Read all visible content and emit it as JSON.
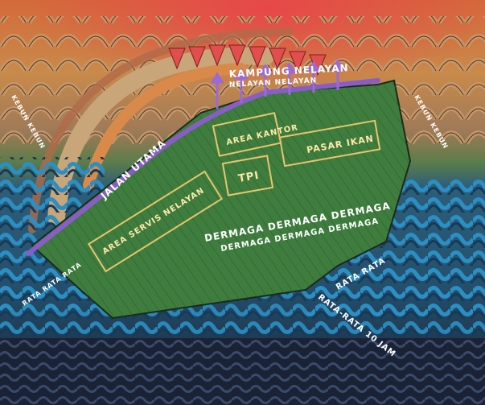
{
  "labels": {
    "kampung_1": "KAMPUNG NELAYAN",
    "kampung_2": "NELAYAN NELAYAN",
    "area_kantor": "AREA KANTOR",
    "pasar_ikan": "PASAR IKAN",
    "tpi": "TPI",
    "jalan_utama": "JALAN UTAMA",
    "area_servis": "AREA SERVIS NELAYAN",
    "dermaga_1": "DERMAGA DERMAGA DERMAGA",
    "dermaga_2": "DERMAGA DERMAGA DERMAGA",
    "rata_1": "RATA RATA",
    "rata_2": "RATA-RATA 10 JAM",
    "kebun_left": "KEBUN KEBUN",
    "kebun_right": "KEBUN KEBUN",
    "rata_left": "RATA RATA RATA"
  },
  "colors": {
    "sea_dark": "#1f3350",
    "sea_blue": "#1e78a8",
    "land_green": "#3f7d3f",
    "road_purple": "#8a5cc8",
    "arrow_red": "#e0504a",
    "arrow_tan": "#c9a67a",
    "arrow_orange": "#e08a3a"
  }
}
